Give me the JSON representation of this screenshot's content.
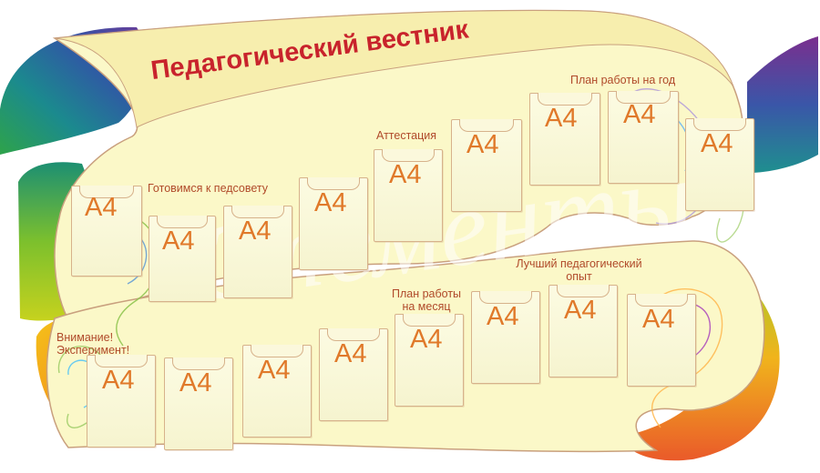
{
  "stand": {
    "title": "Педагогический вестник",
    "sections": {
      "council": "Готовимся к педсовету",
      "attestation": "Аттестация",
      "year_plan": "План работы на год",
      "month_plan": [
        "План работы",
        "на месяц"
      ],
      "experience": [
        "Лучший педагогический",
        "опыт"
      ],
      "experiment": [
        "Внимание!",
        "Эксперимент!"
      ]
    },
    "pocket_label": "А4",
    "watermark": "Элементы"
  },
  "colors": {
    "background_banner": "#fbf8c8",
    "banner_outline": "#c9a07e",
    "title": "#c8232c",
    "pocket_label": "#e0792a",
    "section_text": "#b04a2a"
  }
}
